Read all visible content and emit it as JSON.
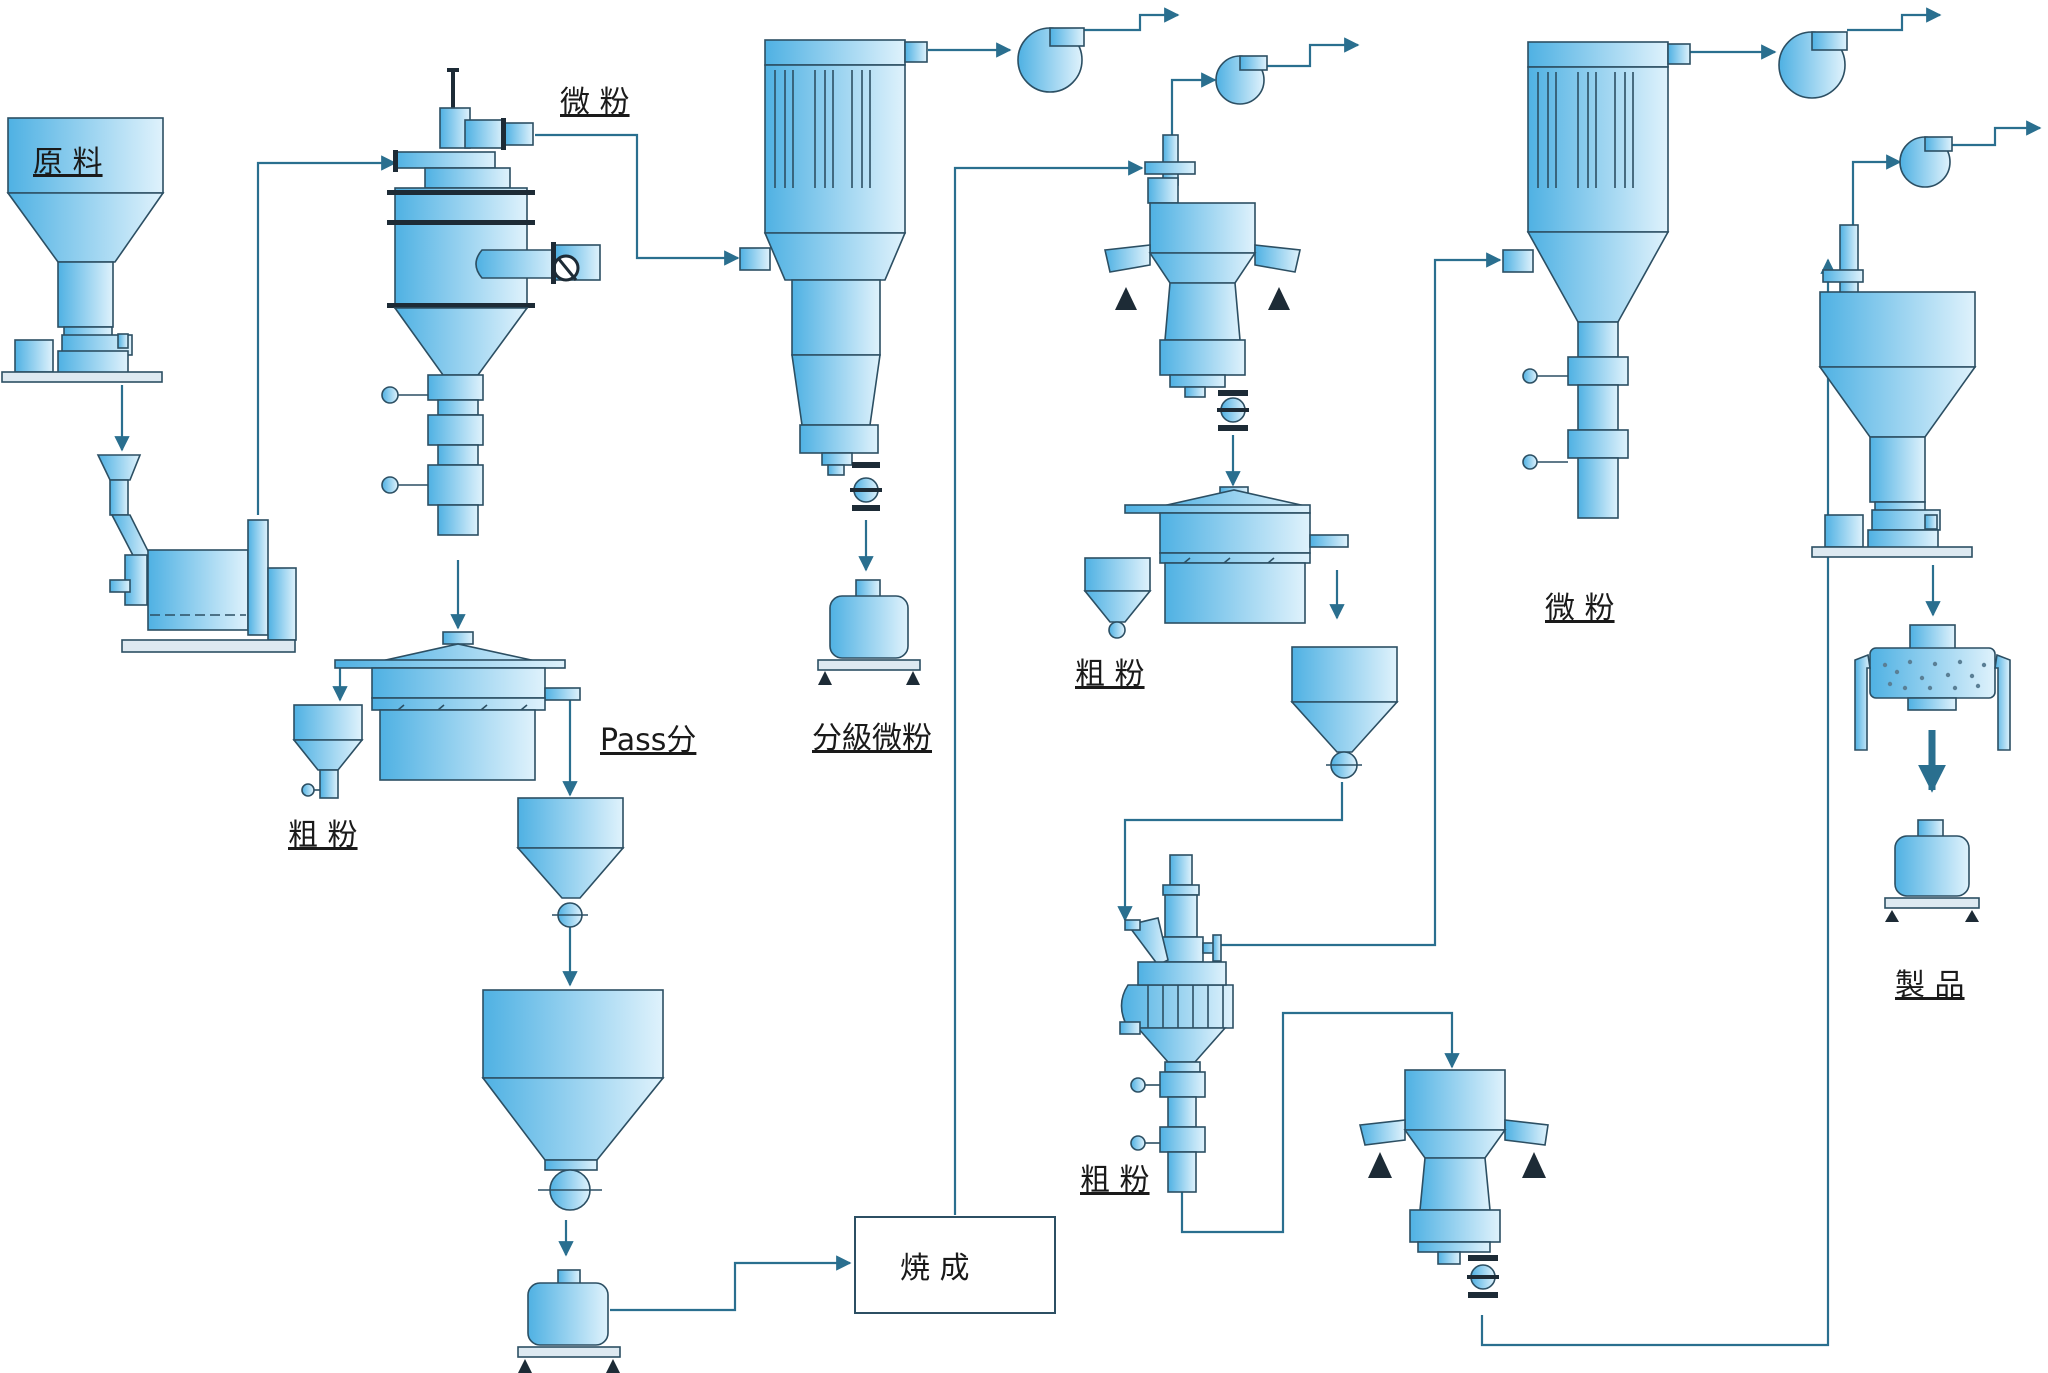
{
  "labels": {
    "raw_material": "原 料",
    "fine_powder_1": "微 粉",
    "coarse_powder_1": "粗 粉",
    "pass_fraction": "Pass分",
    "classified_fine": "分級微粉",
    "coarse_powder_2": "粗 粉",
    "firing": "焼   成",
    "coarse_powder_3": "粗 粉",
    "fine_powder_2": "微 粉",
    "product": "製 品"
  },
  "colors": {
    "equipment_light": "#cfeaf8",
    "equipment_dark": "#4fb1e3",
    "flow_line": "#2a6f8f",
    "outline": "#2c4f63"
  }
}
